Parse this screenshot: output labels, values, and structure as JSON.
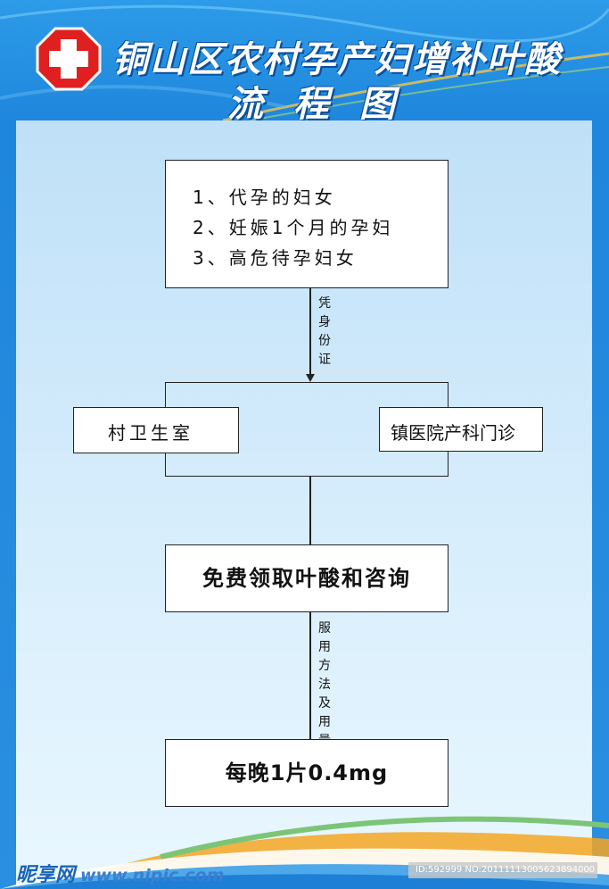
{
  "header": {
    "title_line1": "铜山区农村孕产妇增补叶酸",
    "title_line2": "流程图"
  },
  "flow": {
    "eligible_items": [
      "1、代孕的妇女",
      "2、妊娠1个月的孕妇",
      "3、高危待孕妇女"
    ],
    "step1_label": "凭身份证",
    "left_location": "村卫生室",
    "right_location": "镇医院产科门诊",
    "receive_step": "免费领取叶酸和咨询",
    "step2_label": "服用方法及用量",
    "dosage": "每晚1片0.4mg"
  },
  "watermark": {
    "brand": "昵享网",
    "url": "www.nipic.com",
    "id_text": "ID:592999 NO:20111113005623894000"
  },
  "colors": {
    "background_blue": "#1e86dc",
    "panel_light_blue": "#d8eefc",
    "logo_red": "#e02020",
    "box_border": "#222222"
  }
}
